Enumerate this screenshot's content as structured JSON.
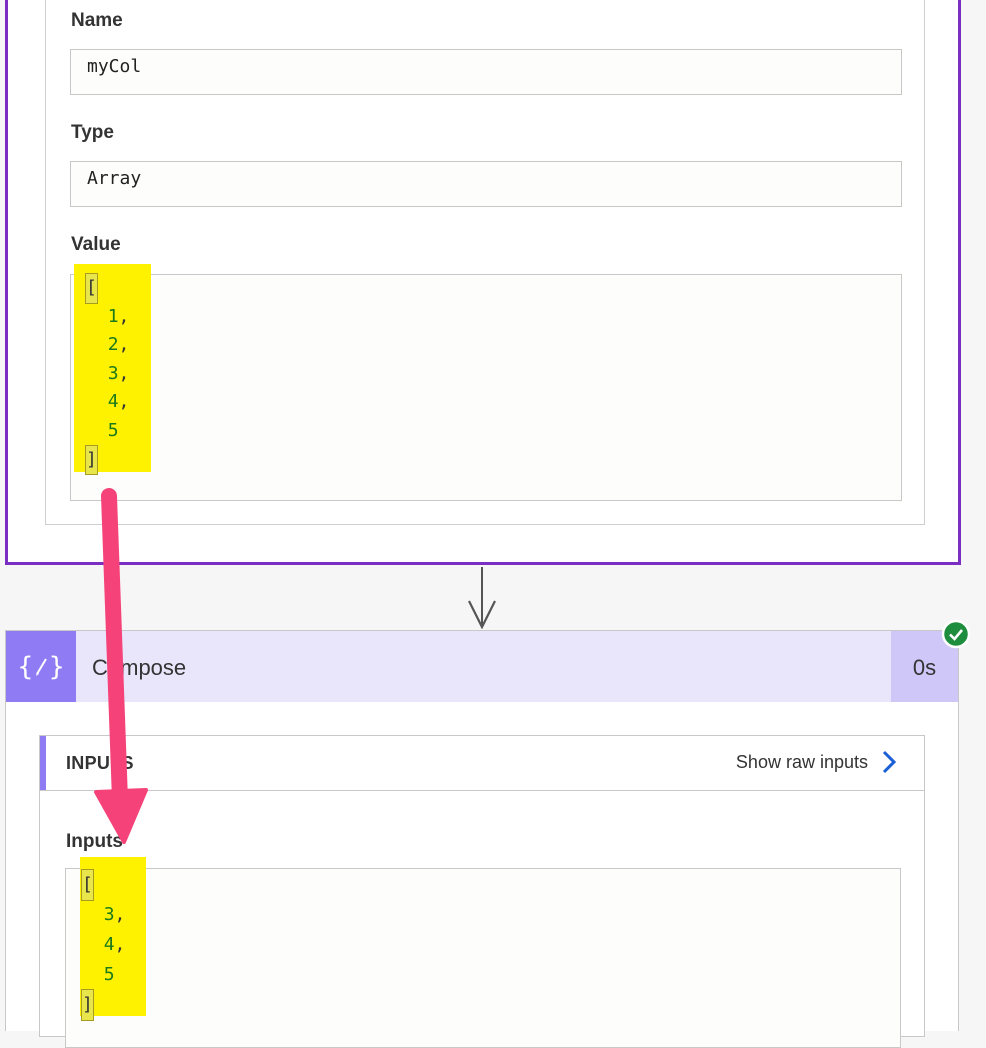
{
  "top_card": {
    "fields": [
      {
        "label": "Name",
        "value": "myCol"
      },
      {
        "label": "Type",
        "value": "Array"
      },
      {
        "label": "Value"
      }
    ],
    "value_code": {
      "open": "[",
      "items": [
        "1",
        "2",
        "3",
        "4",
        "5"
      ],
      "close": "]"
    }
  },
  "compose": {
    "title": "Compose",
    "duration": "0s",
    "status": "succeeded",
    "inputs_section_title": "INPUTS",
    "show_raw_label": "Show raw inputs",
    "inputs_label": "Inputs",
    "inputs_code": {
      "open": "[",
      "items": [
        "3",
        "4",
        "5"
      ],
      "close": "]"
    }
  },
  "icons": {
    "compose": "curly-braces-pencil-icon",
    "connector": "arrow-down-icon",
    "status": "check-circle-icon",
    "show_raw": "chevron-right-icon",
    "annotation": "pink-annotation-arrow"
  },
  "colors": {
    "card_border_selected": "#7b2ec2",
    "compose_accent": "#8f7cf5",
    "compose_header": "#e9e6fb",
    "highlight": "#fff200",
    "annotation": "#f5437a",
    "success": "#1e8e3e",
    "link": "#1a5fd6"
  }
}
